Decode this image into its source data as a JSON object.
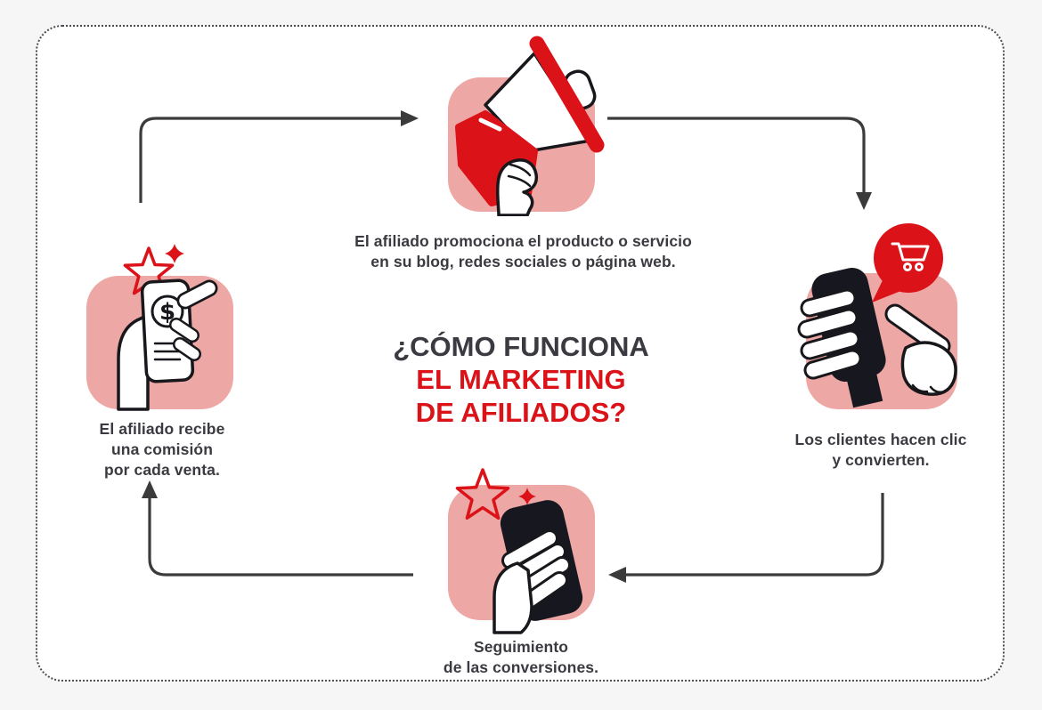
{
  "title": {
    "line1": "¿CÓMO FUNCIONA",
    "line2": "EL MARKETING",
    "line3": "DE AFILIADOS?"
  },
  "steps": {
    "promote": {
      "icon": "megaphone-in-hand-icon",
      "caption": [
        "El afiliado promociona el producto o servicio",
        "en su blog, redes sociales o página web."
      ]
    },
    "convert": {
      "icon": "phone-tap-cart-bubble-icon",
      "caption": [
        "Los clientes hacen clic",
        "y convierten."
      ]
    },
    "track": {
      "icon": "phone-in-hand-sparkle-icon",
      "caption": [
        "Seguimiento",
        "de las conversiones."
      ]
    },
    "commission": {
      "icon": "hand-holding-phone-dollar-icon",
      "caption": [
        "El afiliado recibe",
        "una comisión",
        "por cada venta."
      ],
      "dollar_sign": "$"
    }
  },
  "colors": {
    "accent_red": "#DC1219",
    "pink": "#EDA7A4",
    "dark_text": "#3A3A40",
    "phone_dark": "#17171F",
    "arrow": "#3B3B3B"
  }
}
